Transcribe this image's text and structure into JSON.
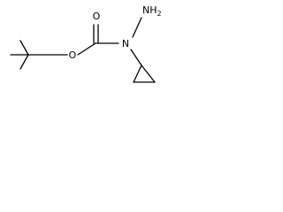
{
  "molecule": {
    "atoms": {
      "carbonyl_oxygen": "O",
      "ester_oxygen": "O",
      "amide_nitrogen": "N",
      "amino_nitrogen": "N",
      "amino_hydrogen": "H",
      "amino_hydrogen_count": "2"
    },
    "colors": {
      "bond": "#000000",
      "label": "#000000",
      "background": "#ffffff"
    }
  }
}
